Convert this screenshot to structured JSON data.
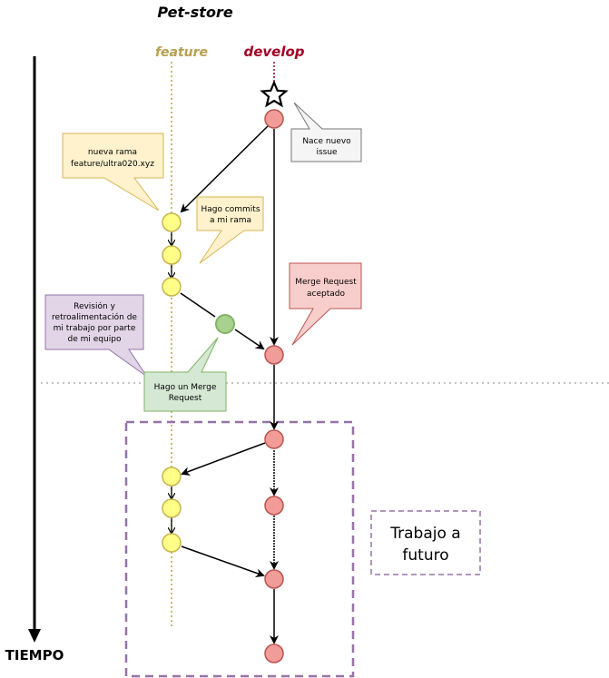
{
  "title": "Pet-store",
  "branches": {
    "feature": "feature",
    "develop": "develop"
  },
  "time_label": "TIEMPO",
  "callouts": {
    "new_issue": [
      "Nace nuevo",
      "issue"
    ],
    "new_branch": [
      "nueva rama",
      "feature/ultra020.xyz"
    ],
    "commits": [
      "Hago commits",
      "a mi rama"
    ],
    "merge_accepted": [
      "Merge Request",
      "aceptado"
    ],
    "review": [
      "Revisión y",
      "retroalimentación de",
      "mi trabajo por parte",
      "de mi equipo"
    ],
    "merge_request": [
      "Hago un Merge",
      "Request"
    ]
  },
  "future_work": [
    "Trabajo a",
    "futuro"
  ],
  "colors": {
    "feature_branch": "#B5A04D",
    "develop_branch": "#A20025",
    "develop_node_fill": "#F19C99",
    "develop_node_stroke": "#B85450",
    "feature_node_fill": "#FFFF88",
    "feature_node_stroke": "#C9B34A",
    "merge_node_fill": "#A9D18E",
    "merge_node_stroke": "#82B366",
    "future_box": "#9673A6",
    "note_yellow": "#FFF2CC",
    "note_grey": "#F5F5F5",
    "note_red": "#F8CECC",
    "note_purple": "#E1D5E7",
    "note_green": "#D5E8D4"
  }
}
